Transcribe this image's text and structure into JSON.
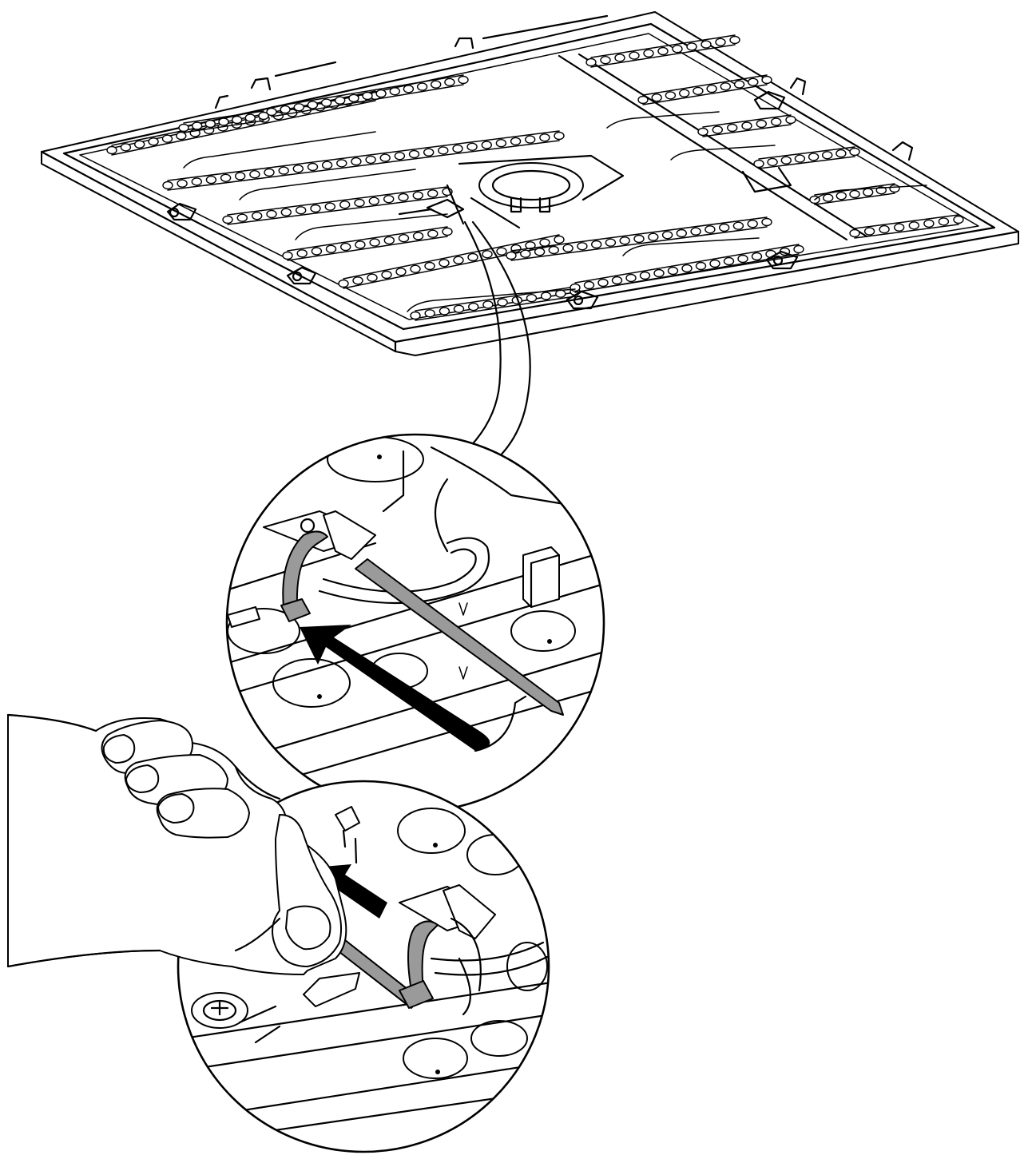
{
  "figure": {
    "kind": "assembly-instruction-illustration",
    "parts": [
      "ceiling-light-panel",
      "cable-tie",
      "hand"
    ],
    "callouts": [
      {
        "name": "detail-cable-tie-insert",
        "arrow": "push-arrow"
      },
      {
        "name": "detail-cable-tie-tighten",
        "arrow": "pull-arrow"
      }
    ],
    "colors": {
      "line": "#000000",
      "background": "#ffffff",
      "cable_tie": "#9a9a9a"
    }
  }
}
